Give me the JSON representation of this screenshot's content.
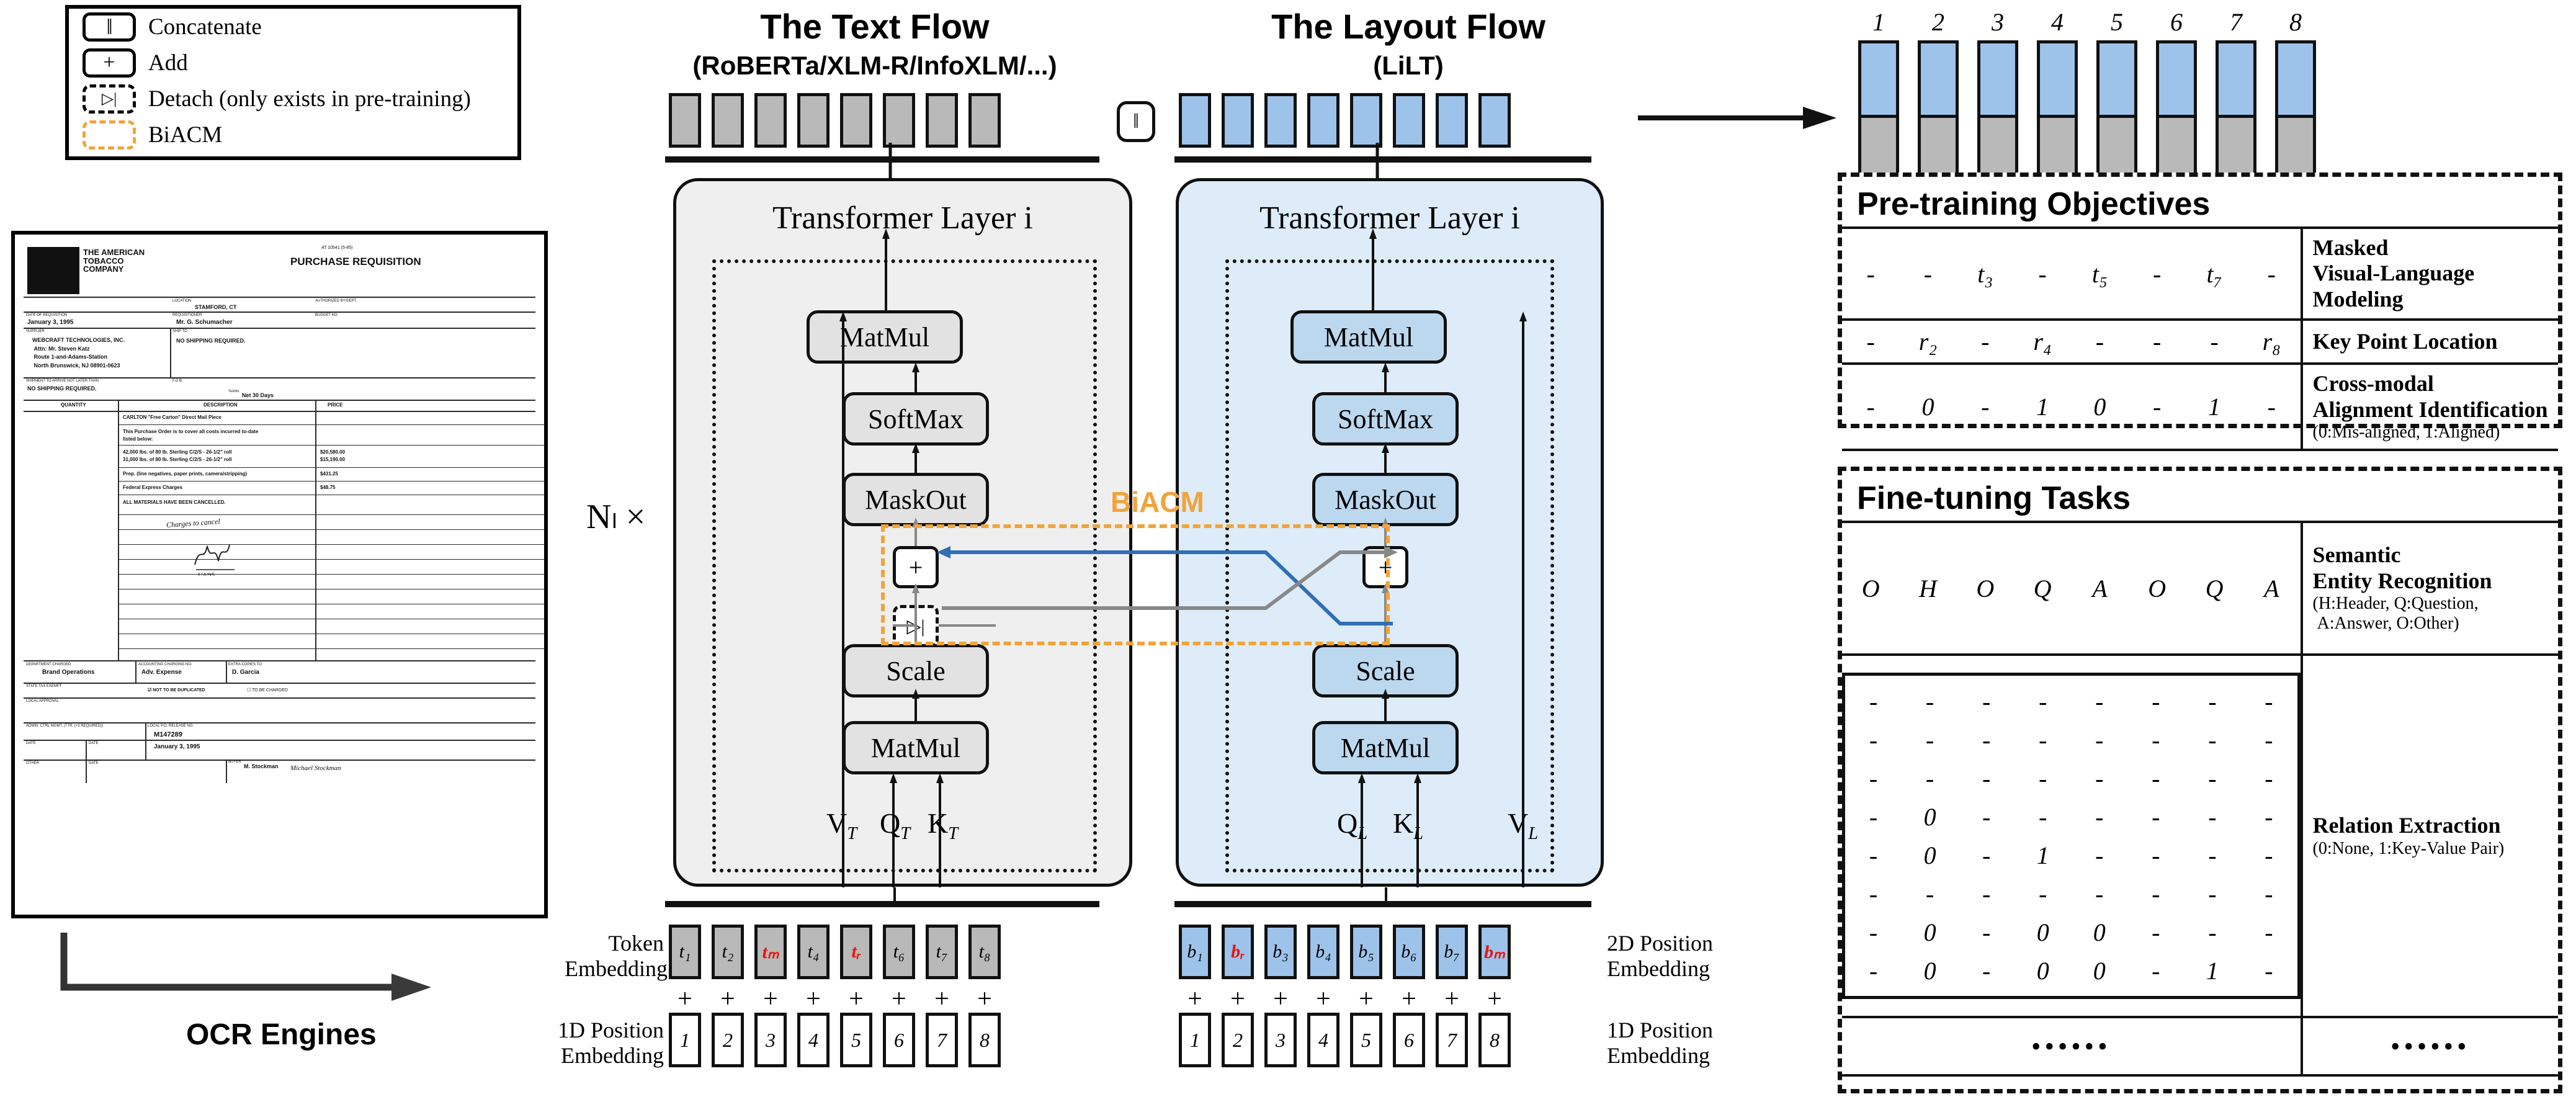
{
  "legend": {
    "items": [
      {
        "glyph": "‖",
        "label": "Concatenate",
        "style": "solid",
        "name": "concatenate"
      },
      {
        "glyph": "+",
        "label": "Add",
        "style": "solid",
        "name": "add"
      },
      {
        "glyph": "▷|",
        "label": "Detach (only exists in pre-training)",
        "style": "dashed",
        "name": "detach"
      },
      {
        "glyph": "",
        "label": "BiACM",
        "style": "biacm",
        "name": "biacm"
      }
    ]
  },
  "document": {
    "company": "THE AMERICAN TOBACCO COMPANY",
    "title": "PURCHASE REQUISITION",
    "topright": "AT 10541 (5-85)",
    "fields": [
      {
        "label": "LOCATION",
        "value": "STAMFORD, CT"
      },
      {
        "label": "AUTHORIZED BY/DEPT.",
        "value": ""
      },
      {
        "label": "DATE OF REQUISITION",
        "value": "January 3, 1995"
      },
      {
        "label": "REQUISITIONER",
        "value": "Mr. G. Schumacher"
      },
      {
        "label": "BUDGET NO.",
        "value": ""
      },
      {
        "label": "SUPPLIER",
        "value": "WEBCRAFT TECHNOLOGIES, INC.\nAttn: Mr. Steven Katz\nRoute 1-and-Adams-Station\nNorth Brunswick, NJ 08901-0623"
      },
      {
        "label": "SHIP TO",
        "value": "NO SHIPPING REQUIRED."
      },
      {
        "label": "SHIPMENT TO ARRIVE NOT LATER THAN",
        "value": "NO SHIPPING REQUIRED."
      },
      {
        "label": "F.O.B.",
        "value": ""
      },
      {
        "label": "TERMS",
        "value": "Net 30 Days"
      }
    ],
    "table_headers": [
      "QUANTITY",
      "DESCRIPTION",
      "PRICE"
    ],
    "rows": [
      {
        "qty": "",
        "desc": "CARLTON \"Free Carton\" Direct Mail Piece",
        "price": ""
      },
      {
        "qty": "",
        "desc": "This Purchase Order is to cover all costs incurred to-date listed below:",
        "price": ""
      },
      {
        "qty": "",
        "desc": "42,000 lbs. of 80 lb. Sterling C/2/S - 26-1/2\" roll\n31,000 lbs. of 80 lb. Sterling C/2/S - 26-1/2\" roll",
        "price": "$20,580.00\n$15,190.00"
      },
      {
        "qty": "",
        "desc": "Prep. (line negatives, paper prints, camera/stripping)",
        "price": "$431.25"
      },
      {
        "qty": "",
        "desc": "Federal Express Charges",
        "price": "$48.75"
      },
      {
        "qty": "",
        "desc": "ALL MATERIALS HAVE BEEN CANCELLED.",
        "price": ""
      }
    ],
    "handwriting": "Charges to cancel",
    "footer": [
      {
        "label": "DEPARTMENT CHARGED",
        "value": "Brand Operations"
      },
      {
        "label": "ACCOUNTING CHARGING NO.",
        "value": "Adv. Expense"
      },
      {
        "label": "EXTRA COPIES TO:",
        "value": "D. Garcia"
      },
      {
        "label": "STATE TAX EXEMPT",
        "value": ""
      },
      {
        "label": "LOCAL APPROVAL",
        "value": ""
      },
      {
        "label": "NOT TO BE DUPLICATED",
        "value": ""
      },
      {
        "label": "TO BE CHARGED",
        "value": ""
      },
      {
        "label": "ADMIN. CTRL MGMT. (TTR. (+3 REQUIRED))",
        "value": "M147289"
      },
      {
        "label": "LOCAL P.O. RELEASE NO.",
        "value": "January 3, 1995"
      },
      {
        "label": "DATE",
        "value": ""
      },
      {
        "label": "BUYER",
        "value": "M. Stockman"
      }
    ]
  },
  "ocr": {
    "label": "OCR Engines",
    "arrow": "right-arrow"
  },
  "text_flow": {
    "title": "The Text Flow",
    "subtitle": "(RoBERTa/XLM-R/InfoXLM/...)",
    "panel_title": "Transformer Layer i",
    "ops": [
      "MatMul",
      "SoftMax",
      "MaskOut",
      "Scale",
      "MatMul"
    ],
    "plus": "+",
    "detach": "▷|",
    "inputs": [
      "V",
      "Q",
      "K"
    ],
    "input_sub": "T",
    "tokens": [
      "t₁",
      "t₂",
      "tₘ",
      "t₄",
      "tᵣ",
      "t₆",
      "t₇",
      "t₈"
    ],
    "token_label": "Token\nEmbedding",
    "pos_label": "1D Position\nEmbedding",
    "pos": [
      "1",
      "2",
      "3",
      "4",
      "5",
      "6",
      "7",
      "8"
    ],
    "masked_indices": [
      2,
      4
    ]
  },
  "layout_flow": {
    "title": "The Layout Flow",
    "subtitle": "(LiLT)",
    "panel_title": "Transformer Layer i",
    "ops": [
      "MatMul",
      "SoftMax",
      "MaskOut",
      "Scale",
      "MatMul"
    ],
    "plus": "+",
    "inputs": [
      "Q",
      "K",
      "V"
    ],
    "input_sub": "L",
    "tokens": [
      "b₁",
      "bᵣ",
      "b₃",
      "b₄",
      "b₅",
      "b₆",
      "b₇",
      "bₘ"
    ],
    "token_label": "2D Position\nEmbedding",
    "pos_label": "1D Position\nEmbedding",
    "pos": [
      "1",
      "2",
      "3",
      "4",
      "5",
      "6",
      "7",
      "8"
    ],
    "masked_indices": [
      1,
      7
    ]
  },
  "repeat_label": "Nₗ ×",
  "biacm_label": "BiACM",
  "concat_glyph": "‖",
  "output_bars": {
    "numbers": [
      "1",
      "2",
      "3",
      "4",
      "5",
      "6",
      "7",
      "8"
    ],
    "top_color": "#9dc3ea",
    "bottom_color": "#b9b9b9"
  },
  "pretraining": {
    "heading": "Pre-training Objectives",
    "rows": [
      {
        "cells": [
          "-",
          "-",
          "t₃",
          "-",
          "t₅",
          "-",
          "t₇",
          "-"
        ],
        "label": "Masked\nVisual-Language Modeling",
        "note": ""
      },
      {
        "cells": [
          "-",
          "r₂",
          "-",
          "r₄",
          "-",
          "-",
          "-",
          "r₈"
        ],
        "label": "Key Point Location",
        "note": ""
      },
      {
        "cells": [
          "-",
          "0",
          "-",
          "1",
          "0",
          "-",
          "1",
          "-"
        ],
        "label": "Cross-modal\nAlignment Identification",
        "note": "(0:Mis-aligned, 1:Aligned)"
      }
    ]
  },
  "finetuning": {
    "heading": "Fine-tuning Tasks",
    "ser": {
      "cells": [
        "O",
        "H",
        "O",
        "Q",
        "A",
        "O",
        "Q",
        "A"
      ],
      "label": "Semantic\nEntity Recognition",
      "note": "(H:Header, Q:Question,\n A:Answer, O:Other)"
    },
    "re": {
      "matrix": [
        [
          "-",
          "-",
          "-",
          "-",
          "-",
          "-",
          "-",
          "-"
        ],
        [
          "-",
          "-",
          "-",
          "-",
          "-",
          "-",
          "-",
          "-"
        ],
        [
          "-",
          "-",
          "-",
          "-",
          "-",
          "-",
          "-",
          "-"
        ],
        [
          "-",
          "0",
          "-",
          "-",
          "-",
          "-",
          "-",
          "-"
        ],
        [
          "-",
          "0",
          "-",
          "1",
          "-",
          "-",
          "-",
          "-"
        ],
        [
          "-",
          "-",
          "-",
          "-",
          "-",
          "-",
          "-",
          "-"
        ],
        [
          "-",
          "0",
          "-",
          "0",
          "0",
          "-",
          "-",
          "-"
        ],
        [
          "-",
          "0",
          "-",
          "0",
          "0",
          "-",
          "1",
          "-"
        ]
      ],
      "label": "Relation Extraction",
      "note": "(0:None, 1:Key-Value Pair)"
    },
    "ellipsis_left": "••••••",
    "ellipsis_right": "••••••"
  },
  "colors": {
    "text_panel_bg": "#efefef",
    "layout_panel_bg": "#ddecf8",
    "token_grey": "#b9b9b9",
    "token_blue": "#9dc3ea",
    "biacm_orange": "#F2A33A",
    "mask_red": "#e8140c",
    "link_blue": "#2f6fb5"
  }
}
